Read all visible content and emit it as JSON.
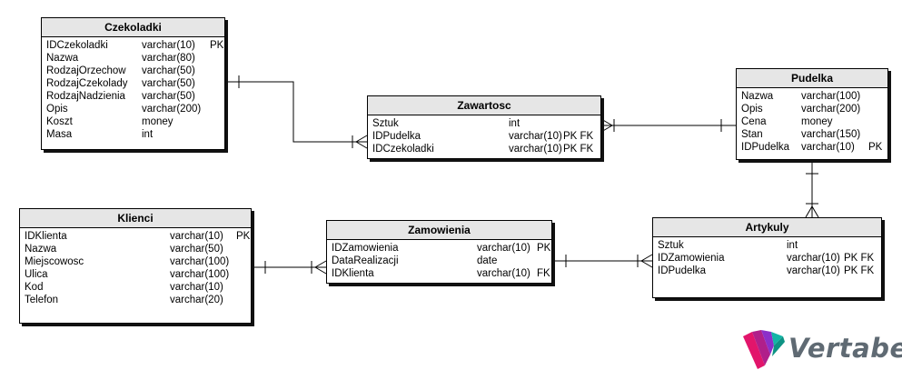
{
  "tables": [
    {
      "id": "czekoladki",
      "name": "Czekoladki",
      "columns": [
        {
          "name": "IDCzekoladki",
          "type": "varchar(10)",
          "key": "PK"
        },
        {
          "name": "Nazwa",
          "type": "varchar(80)",
          "key": ""
        },
        {
          "name": "RodzajOrzechow",
          "type": "varchar(50)",
          "key": ""
        },
        {
          "name": "RodzajCzekolady",
          "type": "varchar(50)",
          "key": ""
        },
        {
          "name": "RodzajNadzienia",
          "type": "varchar(50)",
          "key": ""
        },
        {
          "name": "Opis",
          "type": "varchar(200)",
          "key": ""
        },
        {
          "name": "Koszt",
          "type": "money",
          "key": ""
        },
        {
          "name": "Masa",
          "type": "int",
          "key": ""
        }
      ]
    },
    {
      "id": "zawartosc",
      "name": "Zawartosc",
      "columns": [
        {
          "name": "Sztuk",
          "type": "int",
          "key": ""
        },
        {
          "name": "IDPudelka",
          "type": "varchar(10)",
          "key": "PK FK"
        },
        {
          "name": "IDCzekoladki",
          "type": "varchar(10)",
          "key": "PK FK"
        }
      ]
    },
    {
      "id": "pudelka",
      "name": "Pudelka",
      "columns": [
        {
          "name": "Nazwa",
          "type": "varchar(100)",
          "key": ""
        },
        {
          "name": "Opis",
          "type": "varchar(200)",
          "key": ""
        },
        {
          "name": "Cena",
          "type": "money",
          "key": ""
        },
        {
          "name": "Stan",
          "type": "varchar(150)",
          "key": ""
        },
        {
          "name": "IDPudelka",
          "type": "varchar(10)",
          "key": "PK"
        }
      ]
    },
    {
      "id": "klienci",
      "name": "Klienci",
      "columns": [
        {
          "name": "IDKlienta",
          "type": "varchar(10)",
          "key": "PK"
        },
        {
          "name": "Nazwa",
          "type": "varchar(50)",
          "key": ""
        },
        {
          "name": "Miejscowosc",
          "type": "varchar(100)",
          "key": ""
        },
        {
          "name": "Ulica",
          "type": "varchar(100)",
          "key": ""
        },
        {
          "name": "Kod",
          "type": "varchar(10)",
          "key": ""
        },
        {
          "name": "Telefon",
          "type": "varchar(20)",
          "key": ""
        }
      ]
    },
    {
      "id": "zamowienia",
      "name": "Zamowienia",
      "columns": [
        {
          "name": "IDZamowienia",
          "type": "varchar(10)",
          "key": "PK"
        },
        {
          "name": "DataRealizacji",
          "type": "date",
          "key": ""
        },
        {
          "name": "IDKlienta",
          "type": "varchar(10)",
          "key": "FK"
        }
      ]
    },
    {
      "id": "artykuly",
      "name": "Artykuly",
      "columns": [
        {
          "name": "Sztuk",
          "type": "int",
          "key": ""
        },
        {
          "name": "IDZamowienia",
          "type": "varchar(10)",
          "key": "PK FK"
        },
        {
          "name": "IDPudelka",
          "type": "varchar(10)",
          "key": "PK FK"
        }
      ]
    }
  ],
  "relationships": [
    {
      "from": "czekoladki",
      "to": "zawartosc",
      "from_end": "one",
      "to_end": "many"
    },
    {
      "from": "pudelka",
      "to": "zawartosc",
      "from_end": "one",
      "to_end": "many"
    },
    {
      "from": "pudelka",
      "to": "artykuly",
      "from_end": "one",
      "to_end": "many"
    },
    {
      "from": "klienci",
      "to": "zamowienia",
      "from_end": "one",
      "to_end": "many"
    },
    {
      "from": "zamowienia",
      "to": "artykuly",
      "from_end": "one",
      "to_end": "many"
    }
  ],
  "logo": {
    "text": "Vertabelo",
    "colors": [
      "#e2156b",
      "#8b2fc9",
      "#12b5a6"
    ]
  },
  "colors": {
    "header_bg": "#e6e6e6",
    "border": "#000000",
    "logo_text": "#5f6a73"
  }
}
